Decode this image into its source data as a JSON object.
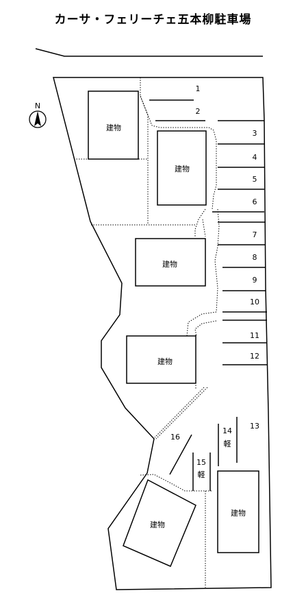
{
  "title": "カーサ・フェリーチェ五本柳駐車場",
  "compass": {
    "label": "N"
  },
  "building_label": "建物",
  "kei_label": "軽",
  "spaces": [
    "1",
    "2",
    "3",
    "4",
    "5",
    "6",
    "7",
    "8",
    "9",
    "10",
    "11",
    "12",
    "13",
    "14",
    "15",
    "16"
  ]
}
